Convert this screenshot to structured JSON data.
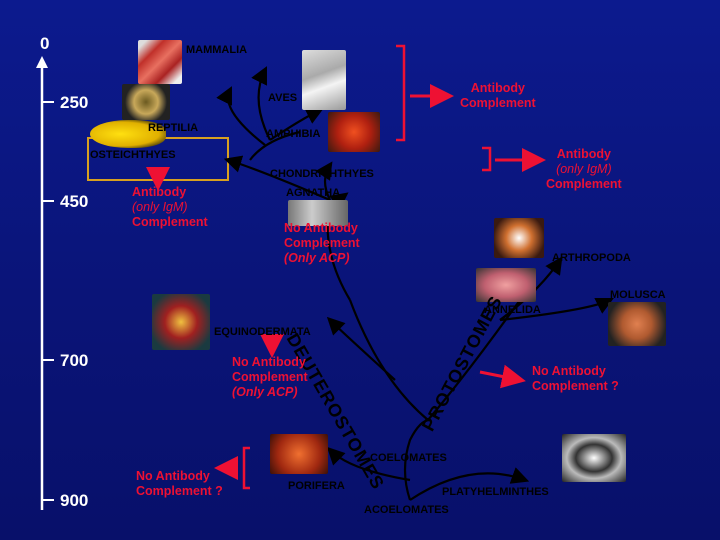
{
  "timeline": {
    "ticks": [
      {
        "label": "0"
      },
      {
        "label": "250"
      },
      {
        "label": "450"
      },
      {
        "label": "700"
      },
      {
        "label": "900"
      }
    ]
  },
  "taxa": {
    "mammalia": "MAMMALIA",
    "aves": "AVES",
    "reptilia": "REPTILIA",
    "amphibia": "AMPHIBIA",
    "osteichthyes": "OSTEICHTHYES",
    "chondrichthyes": "CHONDRICHTHYES",
    "agnatha": "AGNATHA",
    "arthropoda": "ARTHROPODA",
    "mollusca": "MOLUSCA",
    "annelida": "ANNELIDA",
    "equinodermata": "EQUINODERMATA",
    "deuterostomes": "DEUTEROSTOMES",
    "protostomes": "PROTOSTOMES",
    "coelomates": "COELOMATES",
    "porifera": "PORIFERA",
    "platyhelminthes": "PLATYHELMINTHES",
    "acoelomates": "ACOELOMATES"
  },
  "annotations": {
    "antibody_complement": [
      "Antibody",
      "Complement"
    ],
    "antibody_igm_right": [
      "Antibody",
      "(only IgM)",
      "Complement"
    ],
    "antibody_igm_left": [
      "Antibody",
      "(only IgM)",
      "Complement"
    ],
    "no_antibody_acp_agnatha": [
      "No Antibody",
      "Complement",
      "(Only ACP)"
    ],
    "no_antibody_acp_echino": [
      "No Antibody",
      "Complement",
      "(Only ACP)"
    ],
    "no_antibody_complement_q_right": [
      "No Antibody",
      "Complement ?"
    ],
    "no_antibody_complement_q_left": [
      "No Antibody",
      "Complement ?"
    ]
  },
  "colors": {
    "background": "#0a1478",
    "annotation_red": "#ee1133",
    "label_black": "#000000",
    "axis": "#ffffff",
    "arrow_red": "#ee1133",
    "box_outline": "#d8a020"
  }
}
